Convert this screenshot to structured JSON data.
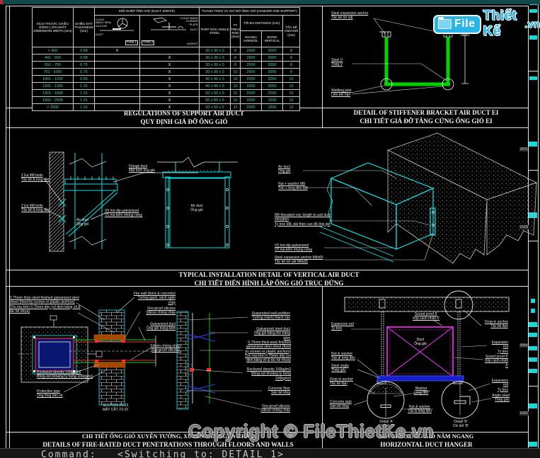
{
  "logo": {
    "file": "File",
    "rest": "Thiết Kế",
    "suffix": ".vn"
  },
  "watermark": {
    "copyright": "Copyright © FileThietKe.vn"
  },
  "command_line": {
    "prompt": "Command:",
    "message": "<Switching to: DETAIL 1>"
  },
  "side_strip": {
    "fragments": [
      "APS",
      "DGN",
      "Adm",
      "EMS"
    ]
  },
  "support_table": {
    "col_dimension": "KÍCH THƯỚC CHIỀU RỘNG LỚN NHẤT DIMENSION WIDTH (mm)",
    "col_thickness": "CHIỀU DÀY THICKNESS (mm)",
    "joint_header": "MỐI GHÉP ỐNG GIÓ (DUCT JOINTS)",
    "hanger_header": "THANH TREO VÀ GIÁ ĐỠ ỐNG GIÓ (HANGER AND SUPPORT)",
    "cleat_seal": "CLEAT BẰNG SEAL SILICON",
    "cleat_corner": "CLEAT BẰNG CORNER PLATE",
    "duct_label": "DUCT",
    "gasket_label": "GASKET",
    "type1_label": "TYPE 1",
    "type2_label": "TYPE 2",
    "col_angle": "THÉP GÓC ANGLE STEEL",
    "col_rod": "TY TREO ROD (mm)",
    "col_distance": "TỐI ĐA DISTANCE (mm)",
    "col_horizontal": "NGANG HORIZOL",
    "col_vertical": "ĐỨNG VERTICAL",
    "col_anchor": "TẮC KÊ ANCHOR (mm)",
    "rows": [
      {
        "dim": "< 400",
        "thk": "0.58",
        "t1": "X",
        "t2": "",
        "angle": "30 x 30 x 3",
        "rod": "8",
        "h": "2500",
        "v": "3000",
        "anchor": "8"
      },
      {
        "dim": "401 - 650",
        "thk": "0.58",
        "t1": "",
        "t2": "X",
        "angle": "30 x 30 x 3",
        "rod": "8",
        "h": "2500",
        "v": "3000",
        "anchor": "8"
      },
      {
        "dim": "651 - 750",
        "thk": "0.75",
        "t1": "",
        "t2": "X",
        "angle": "30 x 30 x 3",
        "rod": "8",
        "h": "2500",
        "v": "3000",
        "anchor": "8"
      },
      {
        "dim": "751 - 1000",
        "thk": "0.75",
        "t1": "",
        "t2": "X",
        "angle": "30 x 30 x 3",
        "rod": "10",
        "h": "2500",
        "v": "3000",
        "anchor": "8"
      },
      {
        "dim": "1001 - 1200",
        "thk": "0.95",
        "t1": "",
        "t2": "X",
        "angle": "40 x 40 x 3",
        "rod": "10",
        "h": "2500",
        "v": "2000",
        "anchor": "10"
      },
      {
        "dim": "1201 - 1300",
        "thk": "1.15",
        "t1": "",
        "t2": "X",
        "angle": "40 x 40 x 3",
        "rod": "10",
        "h": "2000",
        "v": "2000",
        "anchor": "10"
      },
      {
        "dim": "1301 - 1500",
        "thk": "1.15",
        "t1": "",
        "t2": "X",
        "angle": "50 x 50 x 5",
        "rod": "10",
        "h": "2000",
        "v": "2000",
        "anchor": "10"
      },
      {
        "dim": "1501 - 2500",
        "thk": "1.15",
        "t1": "",
        "t2": "X",
        "angle": "50 x 50 x 5",
        "rod": "10",
        "h": "2000",
        "v": "1500",
        "anchor": "10"
      },
      {
        "dim": "> 2500",
        "thk": "1.15",
        "t1": "",
        "t2": "X",
        "angle": "50 x 50 x 5",
        "rod": "12",
        "h": "2000",
        "v": "1500",
        "anchor": "12"
      }
    ]
  },
  "panels": {
    "support": {
      "title_en": "REGULATIONS OF SUPPORT AIR DUCT",
      "title_vi": "QUY ĐỊNH GIÁ ĐỠ ỐNG GIÓ"
    },
    "stiffener": {
      "title_en": "DETAIL OF STIFFENER BRACKET AIR DUCT EI",
      "title_vi": "CHI TIẾT GIÁ ĐỠ TĂNG CỨNG ỐNG GIÓ EI",
      "labels": {
        "anchor_en": "Steel expansion anchor",
        "anchor_vi": "Tắc kê nở sắt",
        "steelv_en": "Steel V",
        "steelv_vi": "Thép V",
        "weld_en": "Welding joint",
        "weld_vi": "Liên kết hàn"
      }
    },
    "vertical": {
      "title_en": "TYPICAL INSTALLATION DETAIL OF VERTICAL AIR DUCT",
      "title_vi": "CHI TIẾT ĐIỂN HÌNH LẮP ỐNG GIÓ TRỤC ĐỨNG",
      "labels": {
        "bolts_en": "2 Ea M8 bolts",
        "bolts_vi": "Tắc kê & long đền",
        "flange_en": "Flange duct",
        "flange_vi": "Mặt bích ống gió",
        "airduct_en": "Air duct",
        "airduct_vi": "Ống gió",
        "v5_en": "V5 hot-dip galvanized",
        "v5_vi": "V5 mạ kẽm nhúng nóng",
        "nut_en": "Nut + washer M8",
        "nut_vi": "Tán + long đền M8",
        "rod_en": "M8 threaded rod, length to suit duct elevation",
        "rod_vi": "Ty treo M8, dài theo cao độ ống gió",
        "anchor_en": "Steel expansion anchor M8x65",
        "anchor_vi": "Tắc kê nở sắt M8x65"
      }
    },
    "fire": {
      "title_vi": "CHI TIẾT ỐNG GIÓ XUYÊN TƯỜNG, XUYÊN SÀN NGĂN CHÁY",
      "title_en": "DETAILS OF FIRE-RATED DUCT PENETRATIONS THROUGH FLOORS AND WALLS",
      "labels": {
        "sheet_en": "0.75mm thick-steel finished galvanized steel sheet (fixed by screws or plastic anchors)",
        "sheet_vi": "Tôn mạ kẽm 0.75mm dày (cố định bằng vít & tắc kê nhựa)",
        "firewall_en": "Fire wall (brick & concrete)",
        "firewall_vi": "Tường gạch, vách ngăn cháy",
        "silicone_en": "Fire-proof silicone",
        "silicone_vi": "Silicon chống cháy",
        "galvduct_en": "Galvanized duct",
        "galvduct_vi": "Ống gió tráng kẽm",
        "rockwool_en": "Rockwool density 100kg/m3",
        "rockwool_vi": "Bông sợi khoáng tỷ trọng 100kg/m3",
        "protect_en": "Protective pipe",
        "protect_vi": "Ống lồng bảo vệ",
        "section_en": "SECTION 23-23",
        "section_vi": "MẶT CẮT 23-23",
        "partition_en": "Suspended wall partition",
        "partition_vi": "Tường (vách) thạch cao",
        "galvsteel_en": "Galvanized steel duct",
        "galvsteel_vi": "Ống gió bằng tôn tráng kẽm",
        "floor_en": "Concrete floor",
        "floor_vi": "Sàn bê tông"
      }
    },
    "hanger": {
      "title_vi": "GIÁ TREO ỐNG GIÓ NẰM NGANG",
      "title_en": "HORIZONTAL DUCT HANGER",
      "labels": {
        "rod_en": "Expansion rod",
        "rod_vi": "Ty treo",
        "sound_en": "Sound proof δ'",
        "sound_vi": "Xốp cách nhiệt δ'",
        "dropin_en": "Drop-in anchor",
        "dropin_vi": "Tắc kê đạn",
        "nut_en": "Nut & washer",
        "nut_vi": "Tán & long đền",
        "steelangle_en": "Steel angle",
        "steelangle_vi": "Thép góc",
        "slab_en": "Concrete slab",
        "slab_vi": "Sàn bê tông",
        "washer_en": "Washer",
        "washer_vi": "Long đền",
        "anglesteel_en": "Angle steel",
        "anglesteel_vi": "Thép góc",
        "duct_en": "Duct",
        "duct_vi": "Ống gió",
        "detail_a_en": "Detail 'A'",
        "detail_a_vi": "Chi tiết 'A'",
        "detail_b_en": "Detail 'B'",
        "detail_b_vi": "Chi tiết 'B'"
      }
    }
  }
}
